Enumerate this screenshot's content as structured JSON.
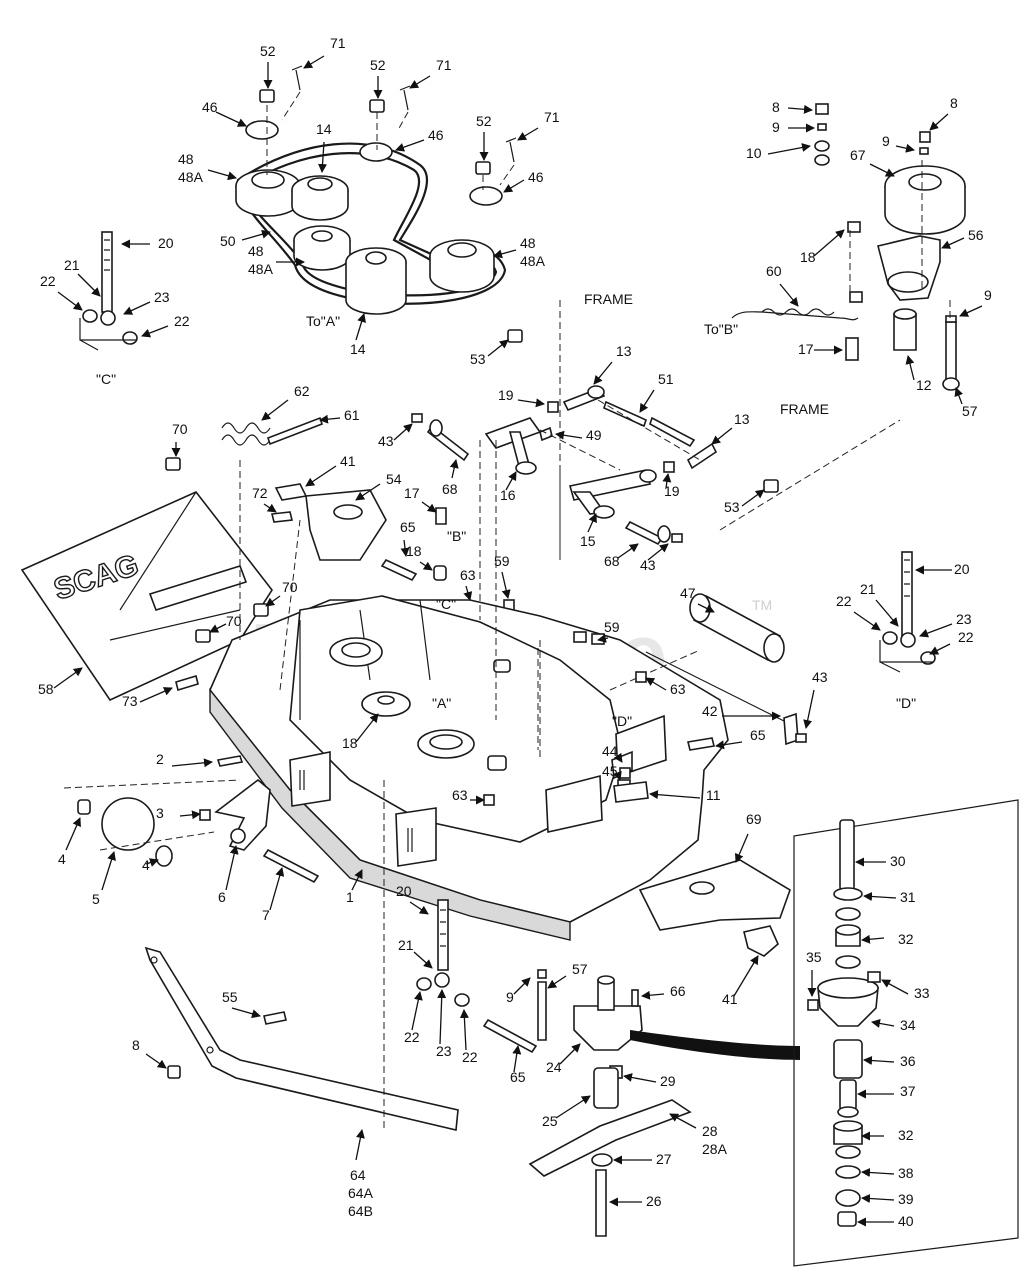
{
  "watermark": {
    "text": "PartsTree",
    "tm": "TM"
  },
  "brand_text": "SCAG",
  "reference_labels": {
    "frame_1": "FRAME",
    "frame_2": "FRAME",
    "to_a": "To\"A\"",
    "to_b": "To\"B\"",
    "c_1": "\"C\"",
    "b_1": "\"B\"",
    "c_2": "\"C\"",
    "a_1": "\"A\"",
    "d_1": "\"D\"",
    "d_2": "\"D\""
  },
  "callouts": [
    {
      "id": "c52a",
      "text": "52"
    },
    {
      "id": "c71a",
      "text": "71"
    },
    {
      "id": "c52b",
      "text": "52"
    },
    {
      "id": "c71b",
      "text": "71"
    },
    {
      "id": "c46a",
      "text": "46"
    },
    {
      "id": "c14a",
      "text": "14"
    },
    {
      "id": "c46b",
      "text": "46"
    },
    {
      "id": "c52c",
      "text": "52"
    },
    {
      "id": "c71c",
      "text": "71"
    },
    {
      "id": "c48a",
      "text": "48"
    },
    {
      "id": "c48Aa",
      "text": "48A"
    },
    {
      "id": "c46c",
      "text": "46"
    },
    {
      "id": "c50",
      "text": "50"
    },
    {
      "id": "c48b",
      "text": "48"
    },
    {
      "id": "c48Ab",
      "text": "48A"
    },
    {
      "id": "c48c",
      "text": "48"
    },
    {
      "id": "c48Ac",
      "text": "48A"
    },
    {
      "id": "c14b",
      "text": "14"
    },
    {
      "id": "c20a",
      "text": "20"
    },
    {
      "id": "c21a",
      "text": "21"
    },
    {
      "id": "c22a",
      "text": "22"
    },
    {
      "id": "c23a",
      "text": "23"
    },
    {
      "id": "c22b",
      "text": "22"
    },
    {
      "id": "c8a",
      "text": "8"
    },
    {
      "id": "c8b",
      "text": "8"
    },
    {
      "id": "c9a",
      "text": "9"
    },
    {
      "id": "c10",
      "text": "10"
    },
    {
      "id": "c9b",
      "text": "9"
    },
    {
      "id": "c67",
      "text": "67"
    },
    {
      "id": "c56",
      "text": "56"
    },
    {
      "id": "c18a",
      "text": "18"
    },
    {
      "id": "c60",
      "text": "60"
    },
    {
      "id": "c9c",
      "text": "9"
    },
    {
      "id": "c17a",
      "text": "17"
    },
    {
      "id": "c12",
      "text": "12"
    },
    {
      "id": "c57a",
      "text": "57"
    },
    {
      "id": "c53a",
      "text": "53"
    },
    {
      "id": "c13a",
      "text": "13"
    },
    {
      "id": "c19a",
      "text": "19"
    },
    {
      "id": "c51",
      "text": "51"
    },
    {
      "id": "c13b",
      "text": "13"
    },
    {
      "id": "c49",
      "text": "49"
    },
    {
      "id": "c19b",
      "text": "19"
    },
    {
      "id": "c53b",
      "text": "53"
    },
    {
      "id": "c16",
      "text": "16"
    },
    {
      "id": "c15",
      "text": "15"
    },
    {
      "id": "c68a",
      "text": "68"
    },
    {
      "id": "c43a",
      "text": "43"
    },
    {
      "id": "c43b",
      "text": "43"
    },
    {
      "id": "c68b",
      "text": "68"
    },
    {
      "id": "c70a",
      "text": "70"
    },
    {
      "id": "c62",
      "text": "62"
    },
    {
      "id": "c61",
      "text": "61"
    },
    {
      "id": "c41a",
      "text": "41"
    },
    {
      "id": "c54",
      "text": "54"
    },
    {
      "id": "c72",
      "text": "72"
    },
    {
      "id": "c17b",
      "text": "17"
    },
    {
      "id": "c65a",
      "text": "65"
    },
    {
      "id": "c18b",
      "text": "18"
    },
    {
      "id": "c63a",
      "text": "63"
    },
    {
      "id": "c59a",
      "text": "59"
    },
    {
      "id": "c70b",
      "text": "70"
    },
    {
      "id": "c70c",
      "text": "70"
    },
    {
      "id": "c58",
      "text": "58"
    },
    {
      "id": "c73",
      "text": "73"
    },
    {
      "id": "c47",
      "text": "47"
    },
    {
      "id": "c59b",
      "text": "59"
    },
    {
      "id": "c63b",
      "text": "63"
    },
    {
      "id": "c18c",
      "text": "18"
    },
    {
      "id": "c43c",
      "text": "43"
    },
    {
      "id": "c42",
      "text": "42"
    },
    {
      "id": "c20b",
      "text": "20"
    },
    {
      "id": "c21b",
      "text": "21"
    },
    {
      "id": "c22c",
      "text": "22"
    },
    {
      "id": "c23b",
      "text": "23"
    },
    {
      "id": "c22d",
      "text": "22"
    },
    {
      "id": "c65b",
      "text": "65"
    },
    {
      "id": "c44",
      "text": "44"
    },
    {
      "id": "c45",
      "text": "45"
    },
    {
      "id": "c11",
      "text": "11"
    },
    {
      "id": "c63c",
      "text": "63"
    },
    {
      "id": "c2",
      "text": "2"
    },
    {
      "id": "c3",
      "text": "3"
    },
    {
      "id": "c4a",
      "text": "4"
    },
    {
      "id": "c5",
      "text": "5"
    },
    {
      "id": "c4b",
      "text": "4"
    },
    {
      "id": "c6",
      "text": "6"
    },
    {
      "id": "c7",
      "text": "7"
    },
    {
      "id": "c1",
      "text": "1"
    },
    {
      "id": "c69",
      "text": "69"
    },
    {
      "id": "c41b",
      "text": "41"
    },
    {
      "id": "c30",
      "text": "30"
    },
    {
      "id": "c31",
      "text": "31"
    },
    {
      "id": "c32a",
      "text": "32"
    },
    {
      "id": "c35",
      "text": "35"
    },
    {
      "id": "c33",
      "text": "33"
    },
    {
      "id": "c34",
      "text": "34"
    },
    {
      "id": "c36",
      "text": "36"
    },
    {
      "id": "c37",
      "text": "37"
    },
    {
      "id": "c32b",
      "text": "32"
    },
    {
      "id": "c38",
      "text": "38"
    },
    {
      "id": "c39",
      "text": "39"
    },
    {
      "id": "c40",
      "text": "40"
    },
    {
      "id": "c20c",
      "text": "20"
    },
    {
      "id": "c21c",
      "text": "21"
    },
    {
      "id": "c22e",
      "text": "22"
    },
    {
      "id": "c23c",
      "text": "23"
    },
    {
      "id": "c22f",
      "text": "22"
    },
    {
      "id": "c9d",
      "text": "9"
    },
    {
      "id": "c57b",
      "text": "57"
    },
    {
      "id": "c66",
      "text": "66"
    },
    {
      "id": "c24",
      "text": "24"
    },
    {
      "id": "c29",
      "text": "29"
    },
    {
      "id": "c65c",
      "text": "65"
    },
    {
      "id": "c25",
      "text": "25"
    },
    {
      "id": "c28",
      "text": "28"
    },
    {
      "id": "c28A",
      "text": "28A"
    },
    {
      "id": "c27",
      "text": "27"
    },
    {
      "id": "c26",
      "text": "26"
    },
    {
      "id": "c55",
      "text": "55"
    },
    {
      "id": "c8c",
      "text": "8"
    },
    {
      "id": "c64",
      "text": "64"
    },
    {
      "id": "c64A",
      "text": "64A"
    },
    {
      "id": "c64B",
      "text": "64B"
    }
  ]
}
